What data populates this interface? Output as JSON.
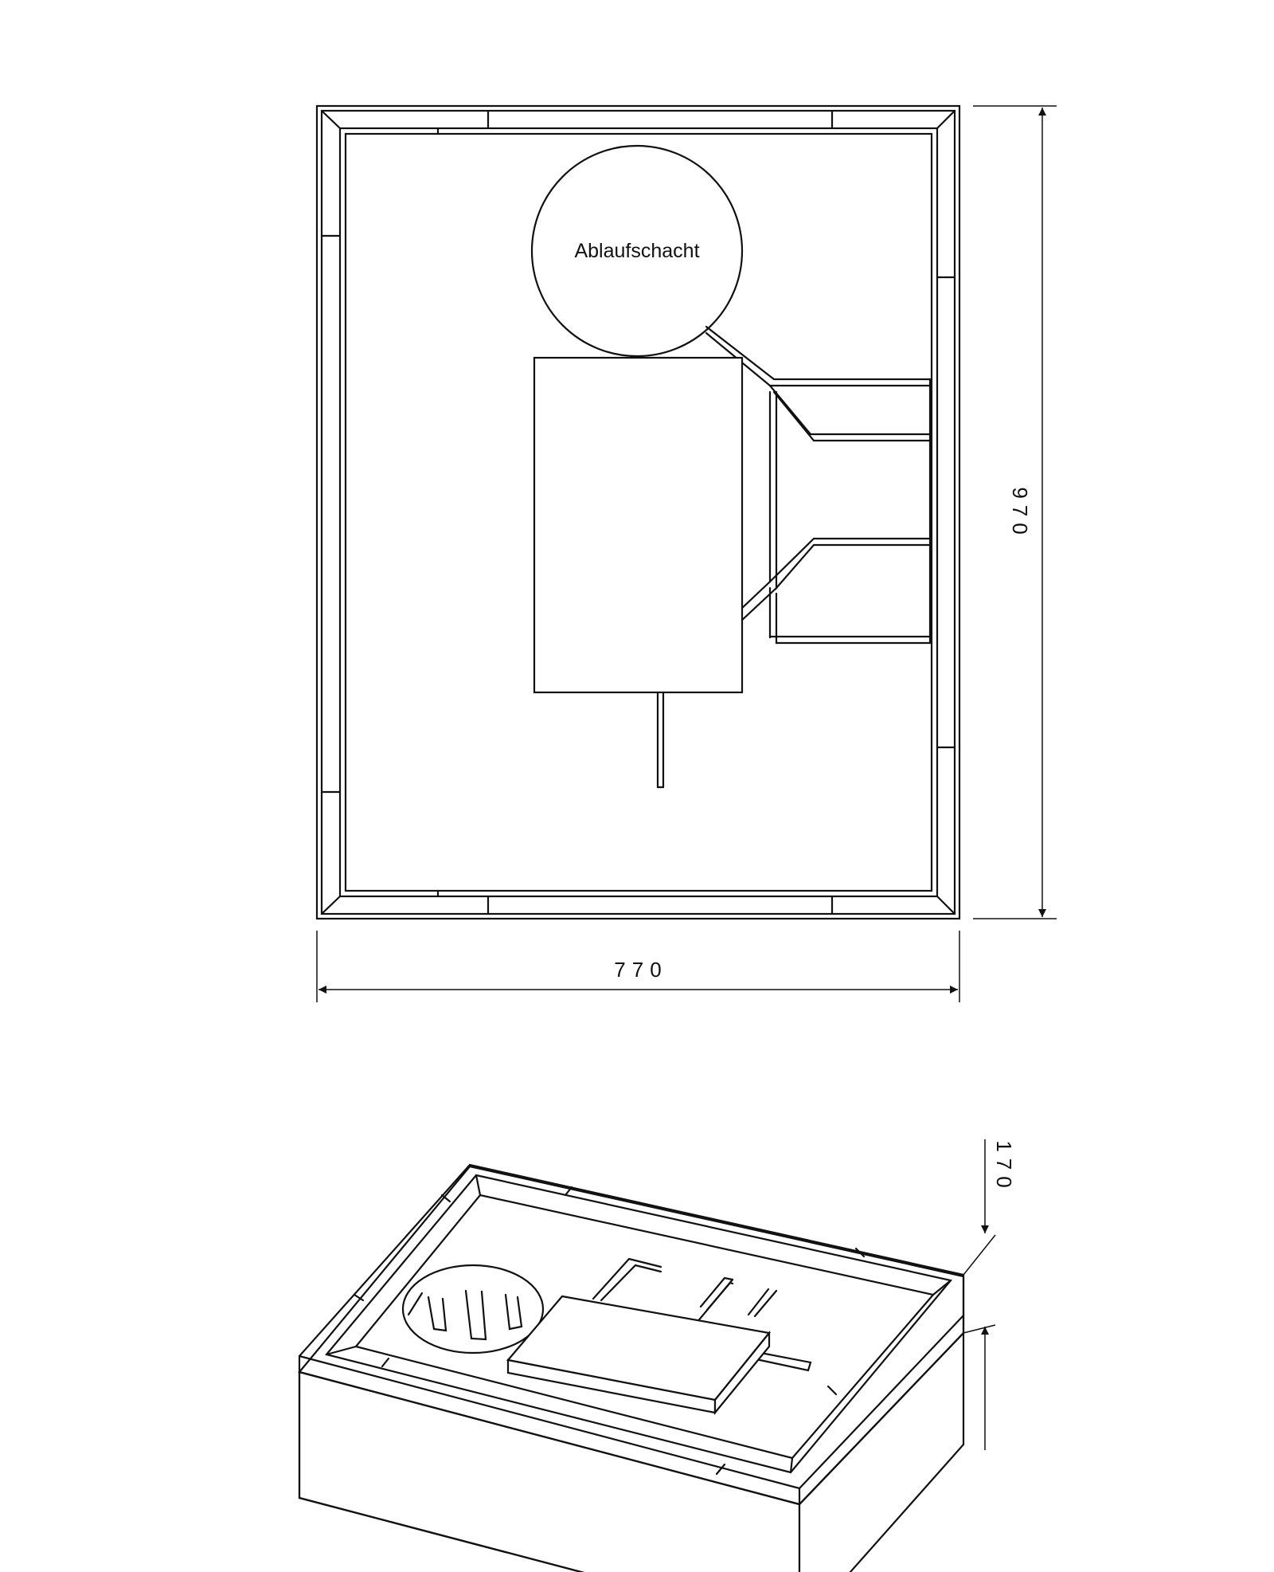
{
  "top_view": {
    "drain_label": "Ablaufschacht",
    "width_dimension": "770",
    "depth_dimension": "970"
  },
  "iso_view": {
    "height_dimension": "170"
  },
  "colors": {
    "line": "#111111",
    "background": "#ffffff"
  }
}
